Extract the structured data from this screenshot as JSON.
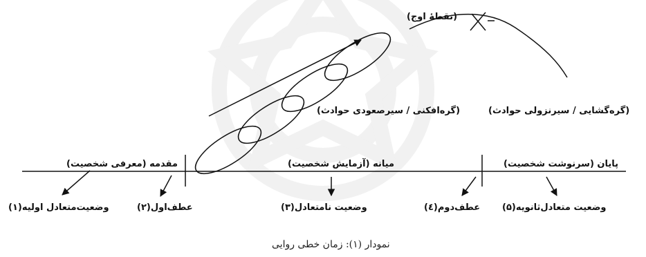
{
  "diagram": {
    "peak_label": "(نقطهٔ اوج)",
    "falling_label": "(گره‌گشایی / سیرنزولی حوادث)",
    "rising_label": "(گره‌افکنی / سیرصعودی حوادث)",
    "sections": [
      {
        "id": "intro",
        "label": "مقدمه (معرفی شخصیت)"
      },
      {
        "id": "middle",
        "label": "میانه (آزمایش شخصیت)"
      },
      {
        "id": "end",
        "label": "پایان (سرنوشت شخصیت)"
      }
    ],
    "states": [
      {
        "id": "s1",
        "label": "وضعیت‌متعادل اولیه(۱)"
      },
      {
        "id": "s2",
        "label": "عطف‌اول(۲)"
      },
      {
        "id": "s3",
        "label": "وضعیت نامتعادل(۳)"
      },
      {
        "id": "s4",
        "label": "عطف‌دوم(٤)"
      },
      {
        "id": "s5",
        "label": "وضعیت متعادل‌ثانویه(۵)"
      }
    ],
    "caption": "نمودار (۱): زمان خطی روایی"
  }
}
